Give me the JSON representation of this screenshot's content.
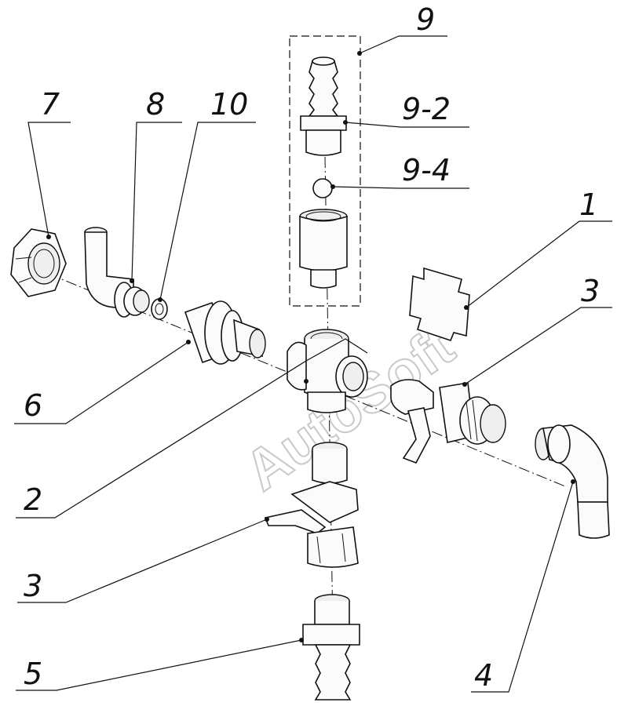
{
  "callouts": {
    "c1": "1",
    "c2": "2",
    "c3a": "3",
    "c3b": "3",
    "c4": "4",
    "c5": "5",
    "c6": "6",
    "c7": "7",
    "c8": "8",
    "c9": "9",
    "c9_2": "9-2",
    "c9_4": "9-4",
    "c10": "10"
  },
  "watermark": "AutoSoft",
  "colors": {
    "line": "#111111",
    "watermark": "#c9c9c9",
    "background": "#ffffff"
  }
}
